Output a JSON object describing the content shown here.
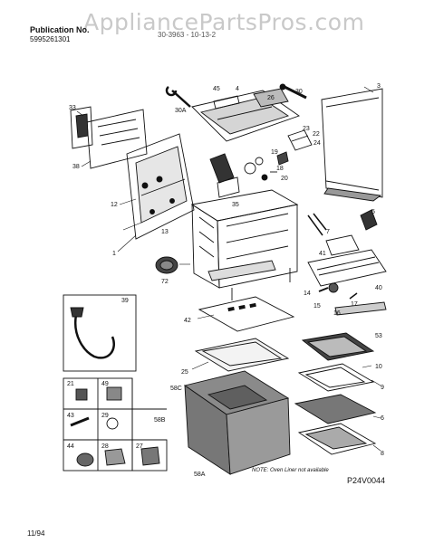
{
  "header": {
    "watermark": "AppliancePartsPros.com",
    "publication_label": "Publication No.",
    "publication_number": "5995261301",
    "model_text": "30-3963 - 10-13-2"
  },
  "footer": {
    "date": "11/94",
    "note": "NOTE: Oven Liner not available",
    "part_code": "P24V0044"
  },
  "callouts": {
    "c33": "33",
    "c38": "38",
    "c12": "12",
    "c13": "13",
    "c1": "1",
    "c45": "45",
    "c4": "4",
    "c30A": "30A",
    "c26": "26",
    "c30": "30",
    "c3": "3",
    "c23": "23",
    "c22": "22",
    "c24": "24",
    "c19": "19",
    "c18": "18",
    "c20": "20",
    "c35": "35",
    "c5": "5",
    "c7": "7",
    "c41": "41",
    "c72": "72",
    "c40": "40",
    "c14": "14",
    "c15": "15",
    "c16": "16",
    "c17": "17",
    "c42": "42",
    "c53": "53",
    "c39": "39",
    "c25": "25",
    "c10": "10",
    "c9": "9",
    "c58C": "58C",
    "c58B": "58B",
    "c6": "6",
    "c21": "21",
    "c49": "49",
    "c43": "43",
    "c29": "29",
    "c44": "44",
    "c28": "28",
    "c27": "27",
    "c58A": "58A",
    "c8": "8"
  }
}
